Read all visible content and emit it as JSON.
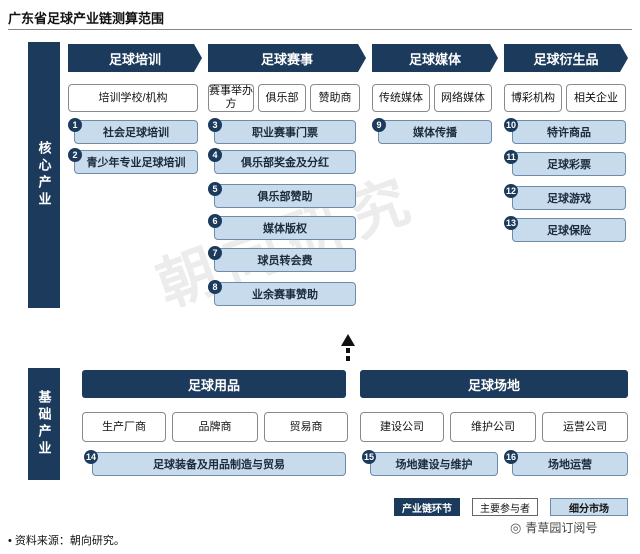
{
  "title": "广东省足球产业链测算范围",
  "core": {
    "side_label": "核心产业",
    "categories": [
      "足球培训",
      "足球赛事",
      "足球媒体",
      "足球衍生品"
    ],
    "players": {
      "training": [
        "培训学校/机构"
      ],
      "events": [
        "赛事举办方",
        "俱乐部",
        "赞助商"
      ],
      "media": [
        "传统媒体",
        "网络媒体"
      ],
      "derivatives": [
        "博彩机构",
        "相关企业"
      ]
    },
    "segments": [
      {
        "num": "1",
        "label": "社会足球培训"
      },
      {
        "num": "2",
        "label": "青少年专业足球培训"
      },
      {
        "num": "3",
        "label": "职业赛事门票"
      },
      {
        "num": "4",
        "label": "俱乐部奖金及分红"
      },
      {
        "num": "5",
        "label": "俱乐部赞助"
      },
      {
        "num": "6",
        "label": "媒体版权"
      },
      {
        "num": "7",
        "label": "球员转会费"
      },
      {
        "num": "8",
        "label": "业余赛事赞助"
      },
      {
        "num": "9",
        "label": "媒体传播"
      },
      {
        "num": "10",
        "label": "特许商品"
      },
      {
        "num": "11",
        "label": "足球彩票"
      },
      {
        "num": "12",
        "label": "足球游戏"
      },
      {
        "num": "13",
        "label": "足球保险"
      }
    ]
  },
  "base": {
    "side_label": "基础产业",
    "categories": [
      "足球用品",
      "足球场地"
    ],
    "players": {
      "goods": [
        "生产厂商",
        "品牌商",
        "贸易商"
      ],
      "venue": [
        "建设公司",
        "维护公司",
        "运营公司"
      ]
    },
    "segments": [
      {
        "num": "14",
        "label": "足球装备及用品制造与贸易"
      },
      {
        "num": "15",
        "label": "场地建设与维护"
      },
      {
        "num": "16",
        "label": "场地运营"
      }
    ]
  },
  "legend": [
    "产业链环节",
    "主要参与者",
    "细分市场"
  ],
  "source": "• 资料来源：朝向研究。",
  "wechat": "青草园订阅号",
  "watermark": "朝向研究",
  "colors": {
    "dark": "#1b3a5c",
    "segment": "#c8dbec"
  }
}
